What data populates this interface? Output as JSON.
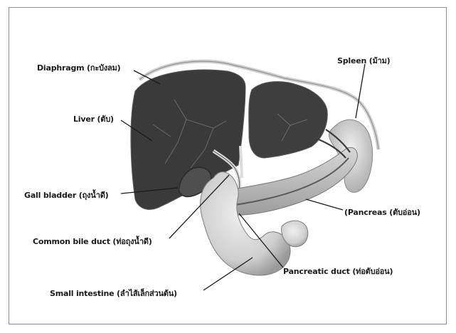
{
  "labels": {
    "diaphragm": "Diaphragm (กะบังลม)",
    "liver": "Liver (ตับ)",
    "gall_bladder": "Gall bladder (ถุงน้ำดี)",
    "common_bile_duct": "Common bile duct (ท่อถุงน้ำดี)",
    "small_intestine": "Small intestine (ลำไส้เล็กส่วนต้น)",
    "spleen": "Spleen (ม้าม)",
    "pancreas": "(Pancreas (ตับอ่อน)",
    "pancreatic_duct": "Pancreatic duct (ท่อตับอ่อน)"
  },
  "colors": {
    "liver": "#3a3a3a",
    "organ_light": "#d6d6d6",
    "outline": "#7a7a7a",
    "pointer": "#1a1a1a"
  }
}
